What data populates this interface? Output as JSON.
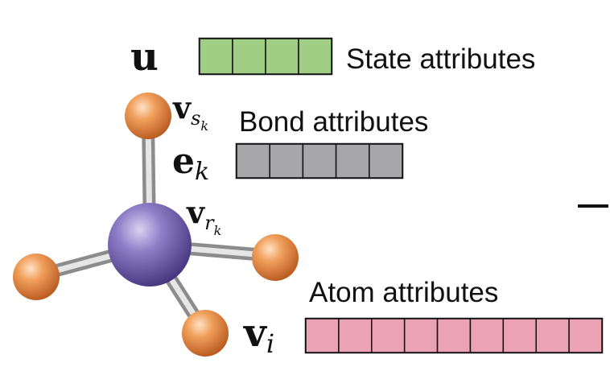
{
  "symbols": {
    "u": "u",
    "e": "e",
    "e_sub": "k",
    "v": "v",
    "vi_sub": "i",
    "vs_sub": "s",
    "vs_subsub": "k",
    "vr_sub": "r",
    "vr_subsub": "k"
  },
  "labels": {
    "state": "State attributes",
    "bond": "Bond attributes",
    "atom": "Atom attributes"
  },
  "vectors": {
    "state": {
      "cells": 4,
      "fill": "#9fce84",
      "stroke": "#111111"
    },
    "bond": {
      "cells": 5,
      "fill": "#a7a7aa",
      "stroke": "#111111"
    },
    "atom": {
      "cells": 9,
      "fill": "#eaa2b4",
      "stroke": "#111111"
    }
  },
  "colors": {
    "center_atom": "#6a58a8",
    "outer_atom": "#e57f2e",
    "bond": "#c8c8c8"
  }
}
